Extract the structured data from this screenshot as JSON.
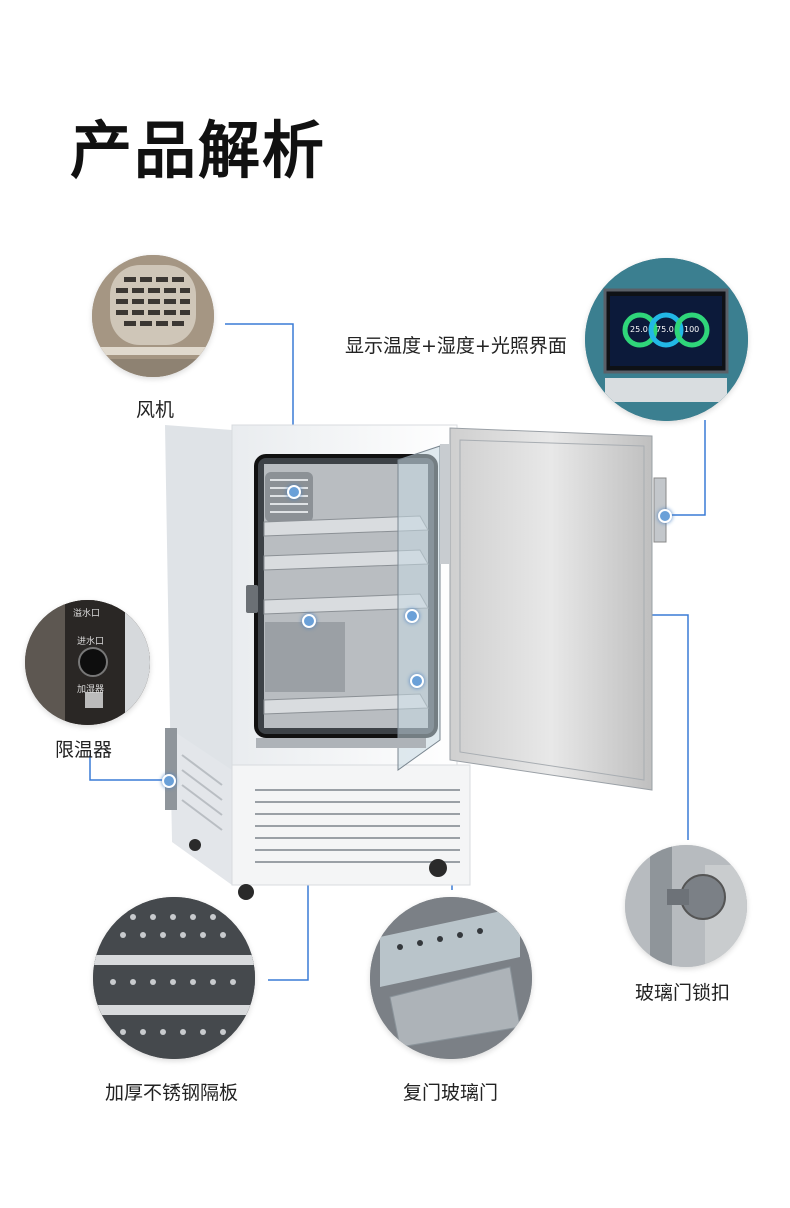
{
  "page": {
    "title": "产品解析",
    "accent_color": "#3a7bd5"
  },
  "callouts": [
    {
      "id": "fan",
      "label": "风机"
    },
    {
      "id": "display",
      "label": "显示温度+湿度+光照界面"
    },
    {
      "id": "limiter",
      "label": "限温器"
    },
    {
      "id": "lock",
      "label": "玻璃门锁扣"
    },
    {
      "id": "shelf",
      "label": "加厚不锈钢隔板"
    },
    {
      "id": "glassdoor",
      "label": "复门玻璃门"
    }
  ],
  "limiter_panel": {
    "labels": [
      "溢水口",
      "进水口",
      "加湿器"
    ]
  },
  "display_panel": {
    "readings": [
      "25.0",
      "75.0",
      "100"
    ]
  }
}
